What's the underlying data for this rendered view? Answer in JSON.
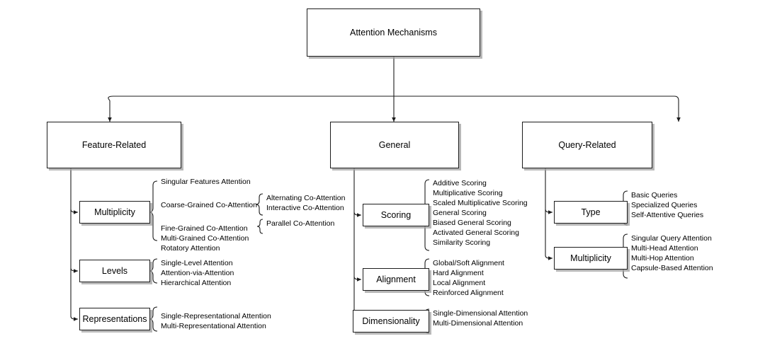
{
  "diagram": {
    "title_node": "Attention Mechanisms",
    "type": "taxonomy-tree",
    "background_color": "#ffffff",
    "box_border_color": "#1c1c1c",
    "shadow_color": "#a0a0a0",
    "branches": [
      {
        "id": "feature-related",
        "label": "Feature-Related",
        "categories": [
          {
            "id": "multiplicity-feature",
            "label": "Multiplicity",
            "leaves": [
              {
                "label": "Singular Features Attention",
                "children": []
              },
              {
                "label": "Coarse-Grained Co-Attention",
                "children": [
                  "Alternating Co-Attention",
                  "Interactive Co-Attention"
                ]
              },
              {
                "label": "Fine-Grained Co-Attention",
                "children": [
                  "Parallel Co-Attention"
                ]
              },
              {
                "label": "Multi-Grained Co-Attention",
                "children": []
              },
              {
                "label": "Rotatory Attention",
                "children": []
              }
            ]
          },
          {
            "id": "levels",
            "label": "Levels",
            "leaves": [
              {
                "label": "Single-Level Attention",
                "children": []
              },
              {
                "label": "Attention-via-Attention",
                "children": []
              },
              {
                "label": "Hierarchical Attention",
                "children": []
              }
            ]
          },
          {
            "id": "representations",
            "label": "Representations",
            "leaves": [
              {
                "label": "Single-Representational Attention",
                "children": []
              },
              {
                "label": "Multi-Representational Attention",
                "children": []
              }
            ]
          }
        ]
      },
      {
        "id": "general",
        "label": "General",
        "categories": [
          {
            "id": "scoring",
            "label": "Scoring",
            "leaves": [
              {
                "label": "Additive Scoring",
                "children": []
              },
              {
                "label": "Multiplicative Scoring",
                "children": []
              },
              {
                "label": "Scaled Multiplicative Scoring",
                "children": []
              },
              {
                "label": "General Scoring",
                "children": []
              },
              {
                "label": "Biased General Scoring",
                "children": []
              },
              {
                "label": "Activated General Scoring",
                "children": []
              },
              {
                "label": "Similarity Scoring",
                "children": []
              }
            ]
          },
          {
            "id": "alignment",
            "label": "Alignment",
            "leaves": [
              {
                "label": "Global/Soft Alignment",
                "children": []
              },
              {
                "label": "Hard Alignment",
                "children": []
              },
              {
                "label": "Local Alignment",
                "children": []
              },
              {
                "label": "Reinforced Alignment",
                "children": []
              }
            ]
          },
          {
            "id": "dimensionality",
            "label": "Dimensionality",
            "leaves": [
              {
                "label": "Single-Dimensional Attention",
                "children": []
              },
              {
                "label": "Multi-Dimensional Attention",
                "children": []
              }
            ]
          }
        ]
      },
      {
        "id": "query-related",
        "label": "Query-Related",
        "categories": [
          {
            "id": "type",
            "label": "Type",
            "leaves": [
              {
                "label": "Basic Queries",
                "children": []
              },
              {
                "label": "Specialized Queries",
                "children": []
              },
              {
                "label": "Self-Attentive Queries",
                "children": []
              }
            ]
          },
          {
            "id": "multiplicity-query",
            "label": "Multiplicity",
            "leaves": [
              {
                "label": "Singular Query Attention",
                "children": []
              },
              {
                "label": "Multi-Head Attention",
                "children": []
              },
              {
                "label": "Multi-Hop Attention",
                "children": []
              },
              {
                "label": "Capsule-Based Attention",
                "children": []
              }
            ]
          }
        ]
      }
    ]
  }
}
